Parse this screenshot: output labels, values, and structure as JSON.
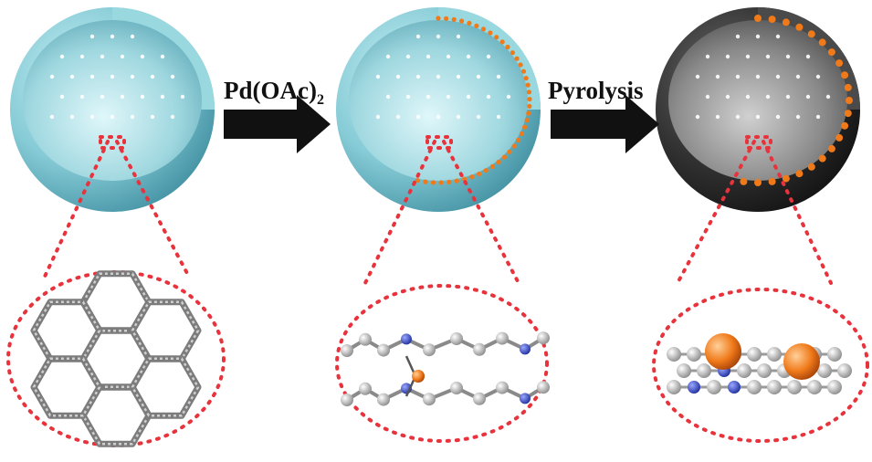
{
  "steps": [
    {
      "reagent_main": "Pd(OAc)",
      "reagent_subscript": "2"
    },
    {
      "reagent_main": "Pyrolysis"
    }
  ],
  "stages": [
    {
      "name": "hollow-sphere-covalent-organic-framework",
      "shell_color": "#8fd3dc",
      "structure": "honeycomb-framework"
    },
    {
      "name": "palladium-loaded-hollow-sphere",
      "shell_color": "#7fc8d2",
      "dopant_color": "#f08a2a",
      "structure": "pd-coordinated-layers"
    },
    {
      "name": "pyrolyzed-carbon-hollow-sphere",
      "shell_color": "#3a3a3a",
      "dopant_color": "#f08a2a",
      "structure": "pd-nanoparticles-on-n-doped-carbon"
    }
  ],
  "colors": {
    "zoom_line": "#e8323c",
    "arrow": "#111111",
    "carbon_atom": "#b8b8b8",
    "nitrogen_atom": "#3a4fd0",
    "palladium_atom": "#f07a1a",
    "pore_dot": "#ffffff"
  }
}
